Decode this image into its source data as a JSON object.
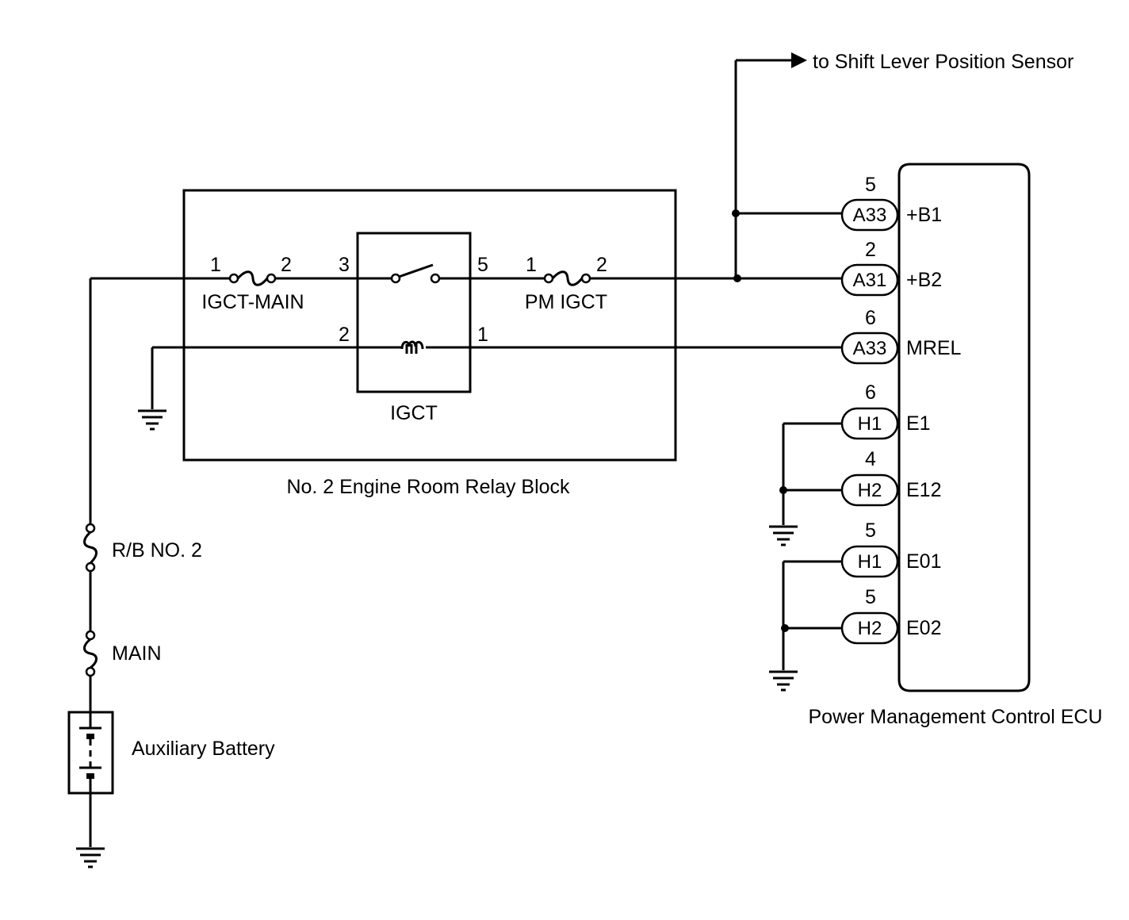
{
  "arrow_label": "to Shift Lever Position Sensor",
  "relay_block": {
    "label": "No. 2 Engine Room Relay Block",
    "fuse_igct_main": {
      "label": "IGCT-MAIN",
      "pin_in": "1",
      "pin_out": "2"
    },
    "fuse_pm_igct": {
      "label": "PM IGCT",
      "pin_in": "1",
      "pin_out": "2"
    },
    "relay": {
      "label": "IGCT",
      "pin_switch_in": "3",
      "pin_switch_out": "5",
      "pin_coil_gnd": "2",
      "pin_coil_ctrl": "1"
    }
  },
  "left_fuses": {
    "rb_no2": "R/B NO. 2",
    "main": "MAIN"
  },
  "battery": {
    "label": "Auxiliary Battery"
  },
  "ecu": {
    "label": "Power Management Control ECU",
    "pins": [
      {
        "pin": "5",
        "connector": "A33",
        "terminal": "+B1"
      },
      {
        "pin": "2",
        "connector": "A31",
        "terminal": "+B2"
      },
      {
        "pin": "6",
        "connector": "A33",
        "terminal": "MREL"
      },
      {
        "pin": "6",
        "connector": "H1",
        "terminal": "E1"
      },
      {
        "pin": "4",
        "connector": "H2",
        "terminal": "E12"
      },
      {
        "pin": "5",
        "connector": "H1",
        "terminal": "E01"
      },
      {
        "pin": "5",
        "connector": "H2",
        "terminal": "E02"
      }
    ]
  }
}
